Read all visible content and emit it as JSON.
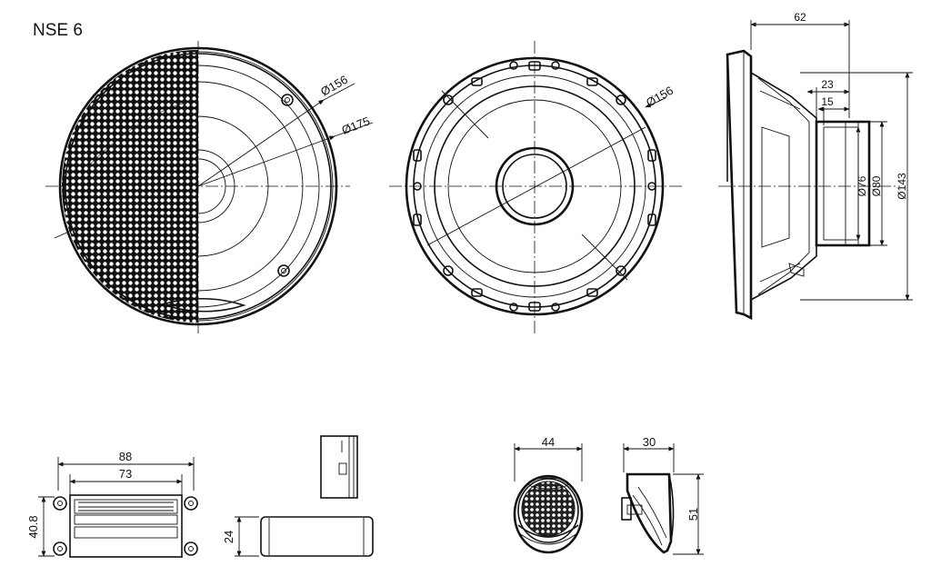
{
  "title": "NSE 6",
  "woofer_grille_view": {
    "dia_a": "Ø156",
    "dia_b": "Ø175"
  },
  "woofer_front_view": {
    "dia_a": "Ø156"
  },
  "woofer_side_view": {
    "depth": "62",
    "magnet_depth": "23",
    "step": "15",
    "dia_magnet": "Ø76",
    "dia_outer": "Ø80",
    "dia_cutout": "Ø143"
  },
  "crossover": {
    "width_outer": "88",
    "width_inner": "73",
    "height": "40.8",
    "side_height": "24"
  },
  "tweeter_front": {
    "width": "44"
  },
  "tweeter_side": {
    "depth": "30",
    "height": "51"
  }
}
